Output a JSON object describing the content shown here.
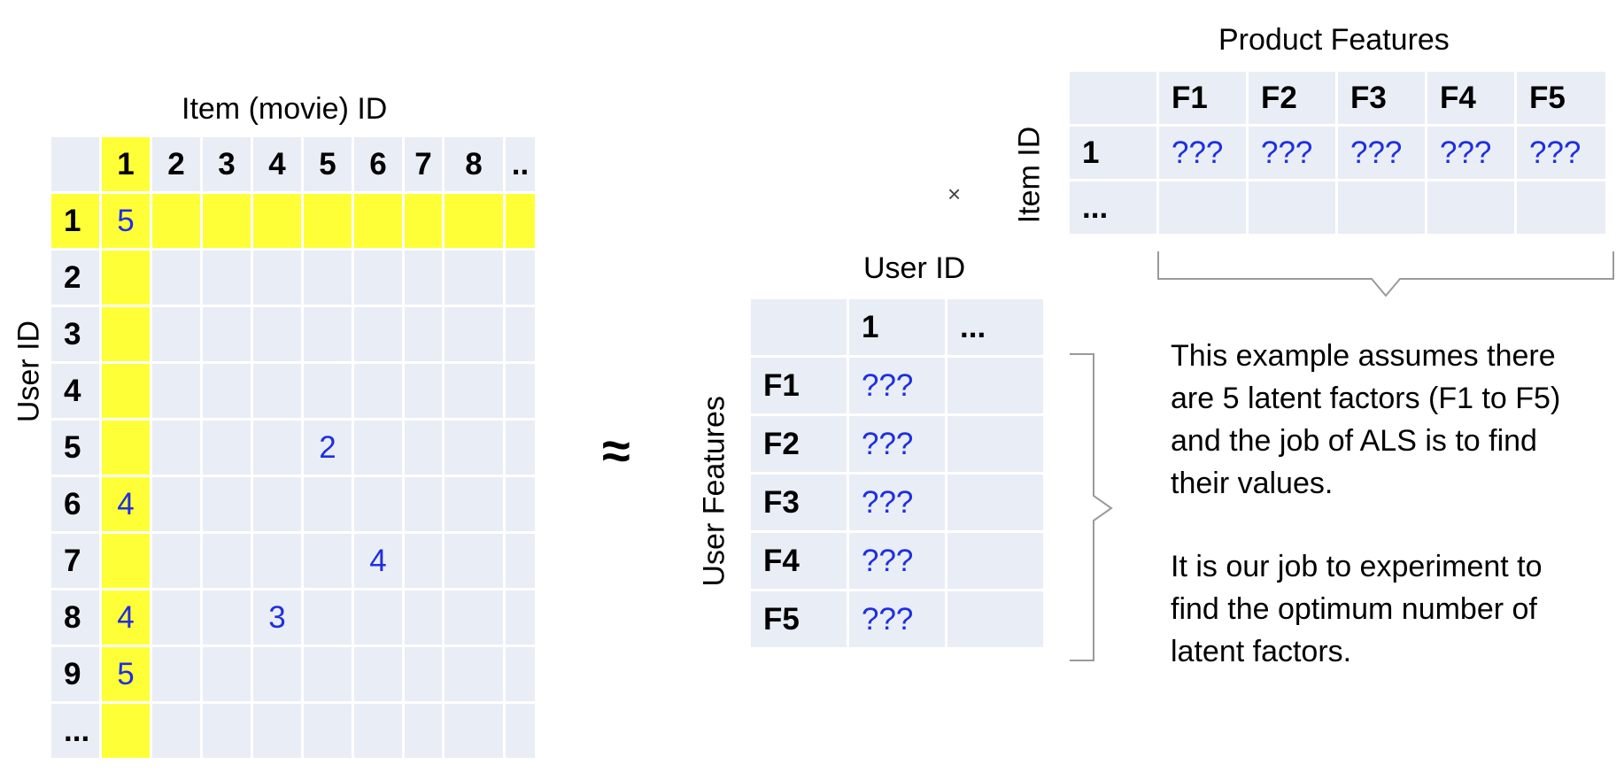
{
  "rating_matrix": {
    "title": "Item (movie) ID",
    "row_axis_label": "User ID",
    "column_headers": [
      "1",
      "2",
      "3",
      "4",
      "5",
      "6",
      "7",
      "8",
      ".."
    ],
    "rows": [
      {
        "id": "1",
        "cells": [
          "5",
          "",
          "",
          "",
          "",
          "",
          "",
          "",
          ""
        ]
      },
      {
        "id": "2",
        "cells": [
          "",
          "",
          "",
          "",
          "",
          "",
          "",
          "",
          ""
        ]
      },
      {
        "id": "3",
        "cells": [
          "",
          "",
          "",
          "",
          "",
          "",
          "",
          "",
          ""
        ]
      },
      {
        "id": "4",
        "cells": [
          "",
          "",
          "",
          "",
          "",
          "",
          "",
          "",
          ""
        ]
      },
      {
        "id": "5",
        "cells": [
          "",
          "",
          "",
          "",
          "2",
          "",
          "",
          "",
          ""
        ]
      },
      {
        "id": "6",
        "cells": [
          "4",
          "",
          "",
          "",
          "",
          "",
          "",
          "",
          ""
        ]
      },
      {
        "id": "7",
        "cells": [
          "",
          "",
          "",
          "",
          "",
          "4",
          "",
          "",
          ""
        ]
      },
      {
        "id": "8",
        "cells": [
          "4",
          "",
          "",
          "3",
          "",
          "",
          "",
          "",
          ""
        ]
      },
      {
        "id": "9",
        "cells": [
          "5",
          "",
          "",
          "",
          "",
          "",
          "",
          "",
          ""
        ]
      },
      {
        "id": "...",
        "cells": [
          "",
          "",
          "",
          "",
          "",
          "",
          "",
          "",
          ""
        ]
      }
    ],
    "highlight_color": "#ffff38",
    "value_color": "#1f2fe0"
  },
  "approx_symbol": "≈",
  "multiply_symbol": "×",
  "item_feature_matrix": {
    "title": "Product Features",
    "row_axis_label": "Item ID",
    "column_headers": [
      "F1",
      "F2",
      "F3",
      "F4",
      "F5"
    ],
    "rows": [
      {
        "id": "1",
        "cells": [
          "???",
          "???",
          "???",
          "???",
          "???"
        ]
      },
      {
        "id": "...",
        "cells": [
          "",
          "",
          "",
          "",
          ""
        ]
      }
    ]
  },
  "user_feature_matrix": {
    "title": "User ID",
    "row_axis_label": "User Features",
    "column_headers": [
      "1",
      "..."
    ],
    "rows": [
      {
        "id": "F1",
        "cells": [
          "???",
          ""
        ]
      },
      {
        "id": "F2",
        "cells": [
          "???",
          ""
        ]
      },
      {
        "id": "F3",
        "cells": [
          "???",
          ""
        ]
      },
      {
        "id": "F4",
        "cells": [
          "???",
          ""
        ]
      },
      {
        "id": "F5",
        "cells": [
          "???",
          ""
        ]
      }
    ]
  },
  "explanation": {
    "paragraph1_lines": [
      "This example assumes there",
      "are 5 latent factors (F1 to F5)",
      "and the job of ALS is to find",
      "their values."
    ],
    "paragraph2_lines": [
      "It is our job to experiment to",
      "find the optimum number of",
      "latent factors."
    ]
  }
}
